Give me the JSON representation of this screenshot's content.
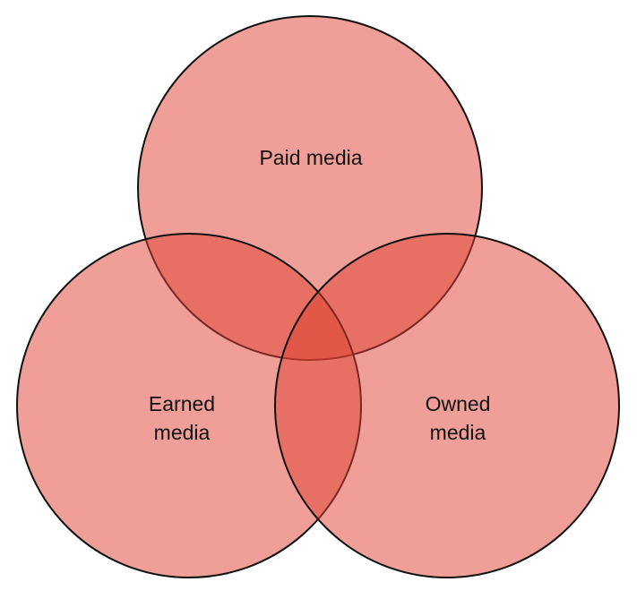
{
  "diagram": {
    "type": "venn",
    "fill_color": "#e0402f",
    "stroke_color": "#111111",
    "sets": [
      {
        "id": "paid",
        "label": "Paid media"
      },
      {
        "id": "earned",
        "label_line1": "Earned",
        "label_line2": "media"
      },
      {
        "id": "owned",
        "label_line1": "Owned",
        "label_line2": "media"
      }
    ]
  }
}
